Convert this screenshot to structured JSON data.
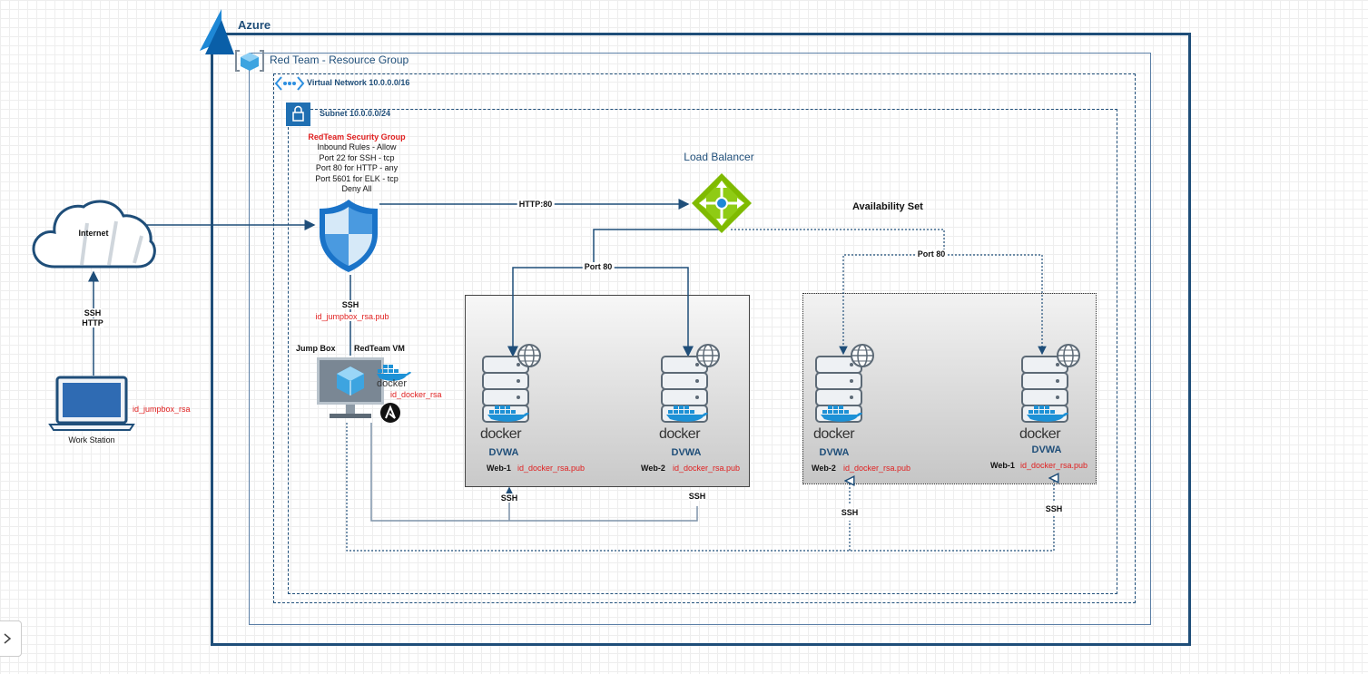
{
  "azure": {
    "label": "Azure"
  },
  "resource_group": {
    "label": "Red Team - Resource Group"
  },
  "vnet": {
    "label": "Virtual Network 10.0.0.0/16"
  },
  "subnet": {
    "label": "Subnet 10.0.0.0/24"
  },
  "security_group": {
    "title": "RedTeam Security Group",
    "rules": [
      "Inbound Rules - Allow",
      "Port 22 for SSH - tcp",
      "Port 80 for HTTP - any",
      "Port 5601 for ELK - tcp",
      "Deny All"
    ]
  },
  "load_balancer": {
    "label": "Load Balancer"
  },
  "availability_set": {
    "label": "Availability Set"
  },
  "internet": {
    "label": "Internet"
  },
  "workstation": {
    "label": "Work Station",
    "key": "id_jumpbox_rsa"
  },
  "edges": {
    "internet_ws_1": "SSH",
    "internet_ws_2": "HTTP",
    "http80": "HTTP:80",
    "port80_left": "Port 80",
    "port80_right": "Port 80",
    "sg_ssh": "SSH",
    "sg_key": "id_jumpbox_rsa.pub",
    "ssh_a": "SSH",
    "ssh_b": "SSH",
    "ssh_c": "SSH",
    "ssh_d": "SSH"
  },
  "jumpbox": {
    "label_left": "Jump Box",
    "label_right": "RedTeam VM",
    "docker": "docker",
    "key": "id_docker_rsa"
  },
  "servers": [
    {
      "app": "DVWA",
      "name": "Web-1",
      "key": "id_docker_rsa.pub",
      "docker": "docker"
    },
    {
      "app": "DVWA",
      "name": "Web-2",
      "key": "id_docker_rsa.pub",
      "docker": "docker"
    },
    {
      "app": "DVWA",
      "name": "Web-2",
      "key": "id_docker_rsa.pub",
      "docker": "docker"
    },
    {
      "app": "DVWA",
      "name": "Web-1",
      "key": "id_docker_rsa.pub",
      "docker": "docker"
    }
  ],
  "colors": {
    "azure_border": "#1f4e79",
    "rg_border": "#5b7fa6",
    "line": "#1f4e79",
    "key_red": "#e02020",
    "lb_green": "#7fba00",
    "shield": "#1a73c8"
  }
}
